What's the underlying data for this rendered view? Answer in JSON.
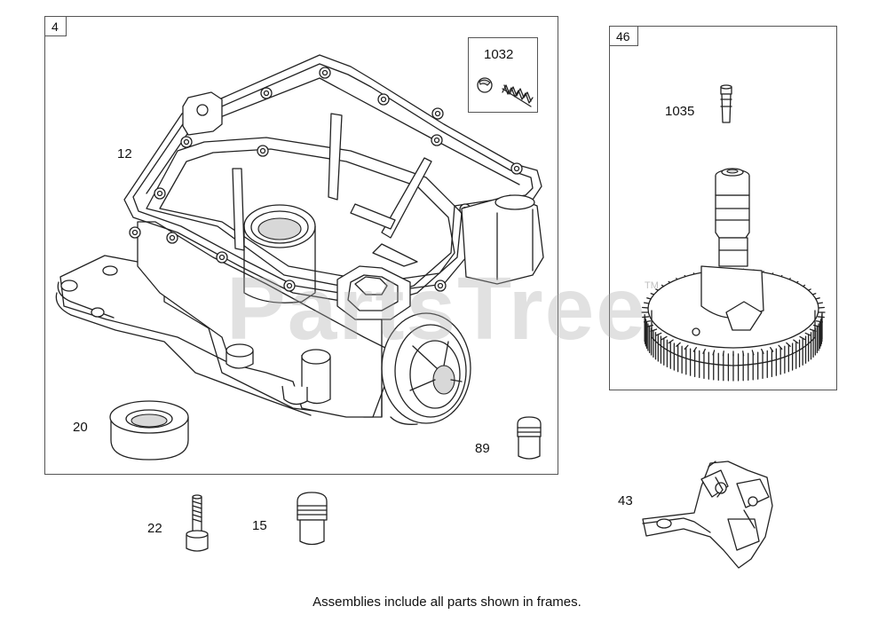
{
  "watermark": "PartsTree",
  "trademark": "TM",
  "caption": "Assemblies include all parts shown in frames.",
  "frames": [
    {
      "id": "frame-4",
      "tag": "4"
    },
    {
      "id": "frame-1032",
      "tag": "1032"
    },
    {
      "id": "frame-46",
      "tag": "46"
    }
  ],
  "parts": {
    "p12": "12",
    "p20": "20",
    "p89": "89",
    "p1035": "1035",
    "p43": "43",
    "p22": "22",
    "p15": "15"
  }
}
